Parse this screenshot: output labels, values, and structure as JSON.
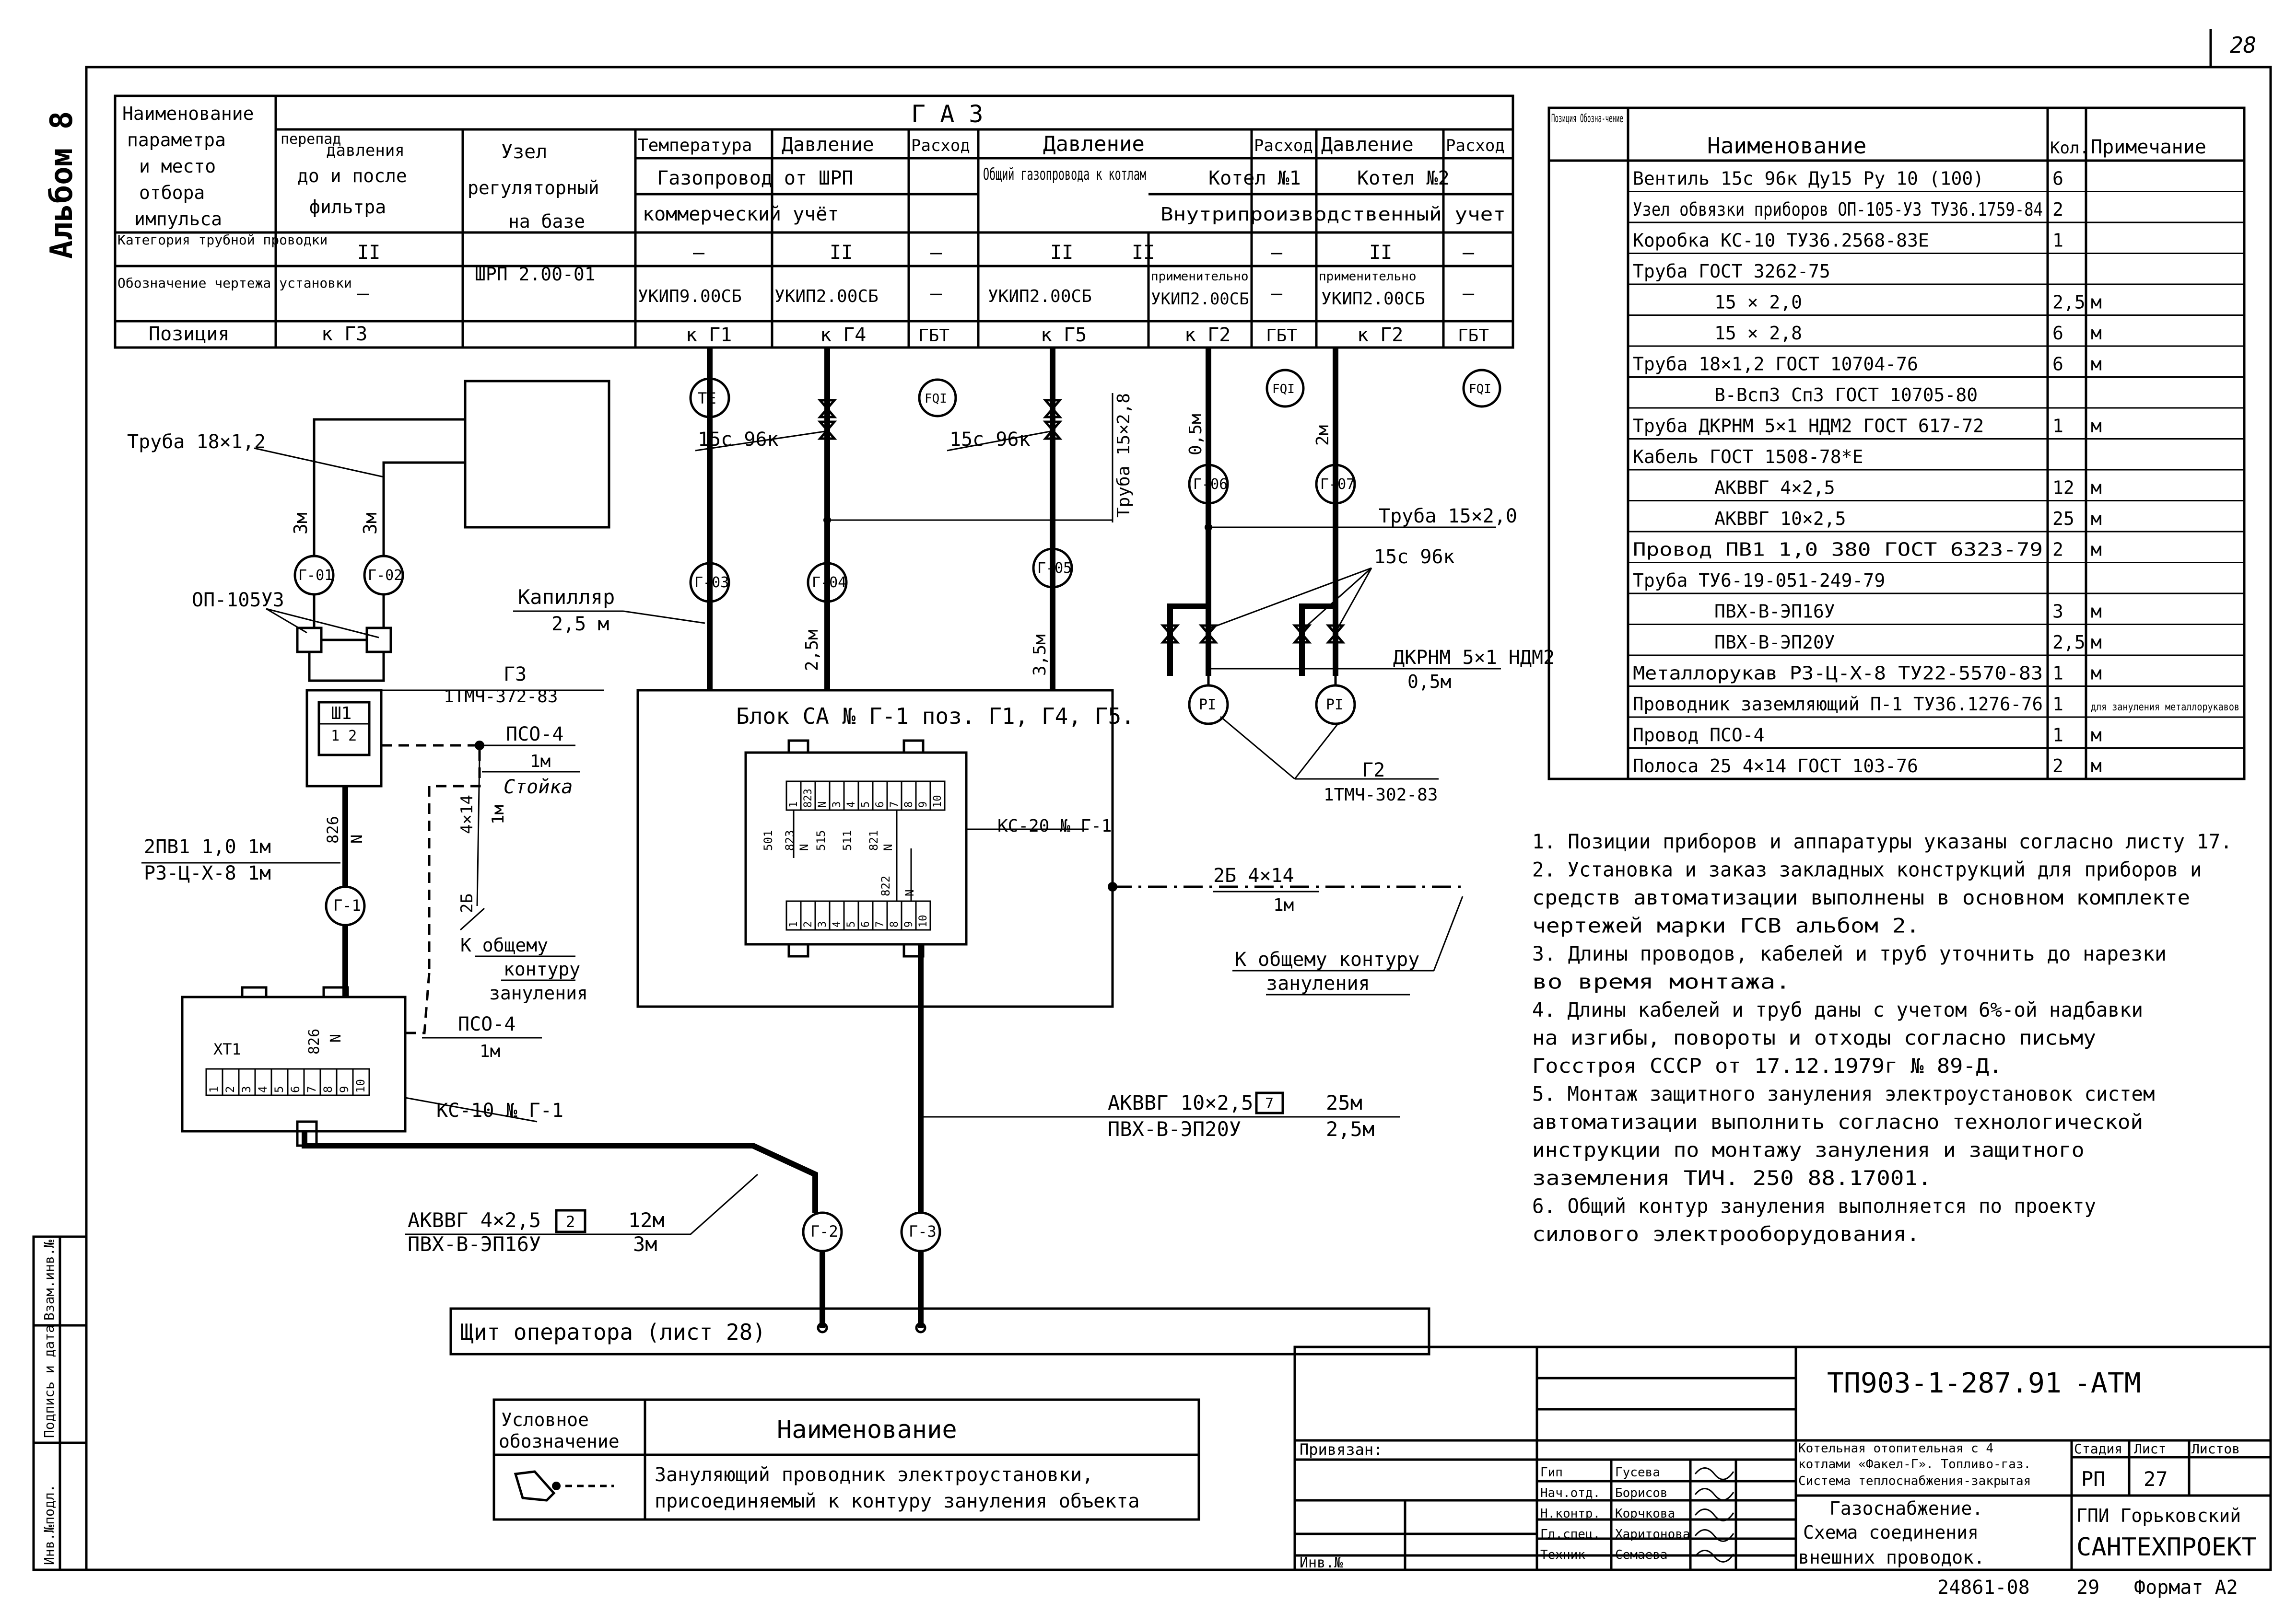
{
  "sheet_corner": "28",
  "album_label": "Альбом 8",
  "left_stamp": [
    "Инв.№подл.",
    "Подпись и дата",
    "Взам.инв.№"
  ],
  "param_table": {
    "header_labels": [
      "Наименование",
      "параметра",
      "и место",
      "отбора",
      "импульса"
    ],
    "gas_label": "Г  А  З",
    "row_category": "Категория трубной проводки",
    "row_designation": "Обозначение чертежа установки",
    "row_position": "Позиция",
    "col1": {
      "a": "перепад",
      "b": "давления",
      "c": "до и после",
      "d": "фильтра",
      "cat": "II",
      "des": "—",
      "pos": "к Г3"
    },
    "col2": {
      "a": "Узел",
      "b": "регуляторный",
      "c": "на базе",
      "d": "ШРП 2.00-01"
    },
    "col3": {
      "h": "Температура",
      "cat": "—",
      "des": "УКИП9.00СБ",
      "pos": "к Г1"
    },
    "col4": {
      "h": "Давление",
      "cat": "II",
      "des": "УКИП2.00СБ",
      "pos": "к Г4"
    },
    "col5": {
      "h": "Расход",
      "cat": "—",
      "des": "—",
      "pos": "ГБТ"
    },
    "col6": {
      "h": "Давление",
      "cat": "II",
      "des": "УКИП2.00СБ",
      "pos": "к Г5"
    },
    "col7": {
      "h": "Расход",
      "cat": "—",
      "des": "—",
      "pos": "ГБТ"
    },
    "col8": {
      "h": "Давление",
      "cat": "II",
      "des": "УКИП2.00СБ",
      "pos": "к Г2",
      "pre": "применительно"
    },
    "col9": {
      "h": "Расход",
      "cat": "—",
      "des": "—",
      "pos": "ГБТ"
    },
    "sub_gas_srp": "Газопровод  от  ШРП",
    "sub_commerce": "коммерческий  учёт",
    "sub_common": "Общий газопровода к котлам",
    "sub_k1": "Котел №1",
    "sub_k2": "Котел №2",
    "sub_internal": "Внутрипроизводственный  учет",
    "col6b": {
      "des": "УКИП2.00СБ",
      "pos": "к Г2",
      "pre": "применительно"
    }
  },
  "spec_table": {
    "headers": [
      "Позиция Обозна-чение",
      "Наименование",
      "Кол.",
      "Примечание"
    ],
    "rows": [
      {
        "name": "Вентиль 15с 96к  Ду15  Ру 10 (100)",
        "qty": "6",
        "note": ""
      },
      {
        "name": "Узел обвязки приборов ОП-105-УЗ ТУ36.1759-84",
        "qty": "2",
        "note": ""
      },
      {
        "name": "Коробка  КС-10   ТУ36.2568-83Е",
        "qty": "1",
        "note": ""
      },
      {
        "name": "Труба   ГОСТ  3262-75",
        "qty": "",
        "note": ""
      },
      {
        "name": "15 × 2,0",
        "qty": "2,5",
        "note": "м"
      },
      {
        "name": "15 × 2,8",
        "qty": "6",
        "note": "м"
      },
      {
        "name": "Труба  18×1,2  ГОСТ 10704-76",
        "qty": "6",
        "note": "м"
      },
      {
        "name": "В-Всп3 Сп3  ГОСТ 10705-80",
        "qty": "",
        "note": ""
      },
      {
        "name": "Труба   ДКРНМ 5×1 НДМ2 ГОСТ 617-72",
        "qty": "1",
        "note": "м"
      },
      {
        "name": "Кабель  ГОСТ 1508-78*Е",
        "qty": "",
        "note": ""
      },
      {
        "name": "АКВВГ  4×2,5",
        "qty": "12",
        "note": "м"
      },
      {
        "name": "АКВВГ  10×2,5",
        "qty": "25",
        "note": "м"
      },
      {
        "name": "Провод  ПВ1  1,0  380  ГОСТ 6323-79",
        "qty": "2",
        "note": "м"
      },
      {
        "name": "Труба  ТУ6-19-051-249-79",
        "qty": "",
        "note": ""
      },
      {
        "name": "ПВХ-В-ЭП16У",
        "qty": "3",
        "note": "м"
      },
      {
        "name": "ПВХ-В-ЭП20У",
        "qty": "2,5",
        "note": "м"
      },
      {
        "name": "Металлорукав  РЗ-Ц-Х-8 ТУ22-5570-83",
        "qty": "1",
        "note": "м"
      },
      {
        "name": "Проводник заземляющий П-1 ТУ36.1276-76",
        "qty": "1",
        "note": "для зануления металлорукавов"
      },
      {
        "name": "Провод  ПСО-4",
        "qty": "1",
        "note": "м"
      },
      {
        "name": "Полоса  25  4×14  ГОСТ 103-76",
        "qty": "2",
        "note": "м"
      }
    ]
  },
  "notes": [
    "1. Позиции приборов и аппаратуры  указаны согласно листу 17.",
    "2. Установка и заказ закладных конструкций для приборов и",
    "    средств автоматизации выполнены в основном комплекте",
    "    чертежей марки ГСВ  альбом 2.",
    "3. Длины проводов, кабелей и труб  уточнить до нарезки",
    "    во время  монтажа.",
    "4. Длины кабелей и труб даны с учетом 6%-ой надбавки",
    "    на изгибы, повороты и отходы согласно письму",
    "    Госстроя СССР от 17.12.1979г № 89-Д.",
    "5. Монтаж защитного зануления электроустановок систем",
    "    автоматизации выполнить согласно технологической",
    "    инструкции по монтажу зануления и защитного",
    "    заземления  ТИЧ. 250 88.17001.",
    "6. Общий контур зануления выполняется по проекту",
    "    силового электрооборудования."
  ],
  "diagram": {
    "pipe_18": "Труба 18×1,2",
    "op105": "ОП-105УЗ",
    "g3": "Г3",
    "tmch372": "1ТМЧ-372-83",
    "sh1": "Ш1",
    "pso4_top": "ПСО-4",
    "m1a": "1м",
    "stoika": "Стойка",
    "pv1": "2ПВ1  1,0   1м",
    "rz": "РЗ-Ц-Х-8   1м",
    "zero_left_1": "К общему",
    "zero_left_2": "контуру",
    "zero_left_3": "зануления",
    "pso4_bot": "ПСО-4",
    "m1b": "1м",
    "xt1": "ХТ1",
    "ks10": "КС-10 № Г-1",
    "akvvg4": "АКВВГ 4×2,5",
    "akvvg4_tag": "2",
    "akvvg4_len": "12м",
    "pvh16": "ПВХ-В-ЭП16У",
    "pvh16_len": "3м",
    "shield": "Щит  оператора (лист 28)",
    "kapillar": "Капилляр",
    "kap_len": "2,5 м",
    "valve_a": "15с 96к",
    "valve_b": "15с 96к",
    "pipe15_28": "Труба 15×2,8",
    "pipe15_20": "Труба 15×2,0",
    "valve_c": "15с 96к",
    "dkrnm": "ДКРНМ 5×1 НДМ2",
    "dkrnm_len": "0,5м",
    "g2": "Г2",
    "tmch302": "1ТМЧ-302-83",
    "block": "Блок СА № Г-1  поз. Г1, Г4, Г5.",
    "ks20": "КС-20 № Г-1",
    "strip": "2Б   4×14",
    "strip_len": "1м",
    "zero_right_1": "К общему контуру",
    "zero_right_2": "зануления",
    "akvvg10": "АКВВГ 10×2,5",
    "akvvg10_tag": "7",
    "akvvg10_len": "25м",
    "pvh20": "ПВХ-В-ЭП20У",
    "pvh20_len": "2,5м",
    "len_3m_a": "3м",
    "len_3m_b": "3м",
    "len_25": "2,5м",
    "len_35": "3,5м",
    "len_05": "0,5м",
    "len_2m": "2м",
    "wire_826a": "826",
    "wire_n": "N",
    "wire_4x14": "4×14",
    "wire_25": "2Б",
    "wire_1m": "1м",
    "instruments": [
      "Г-01",
      "Г-02",
      "Г-03",
      "Г-04",
      "Г-05",
      "Г-06",
      "Г-07",
      "Г-1",
      "Г-2",
      "Г-3"
    ],
    "te": "TE",
    "fqi": "FQI",
    "pi": "PI",
    "term_top": [
      "1",
      "823",
      "N",
      "3",
      "4",
      "5",
      "6",
      "7",
      "8",
      "9",
      "10"
    ],
    "term_bot": [
      "1",
      "2",
      "3",
      "4",
      "5",
      "6",
      "7",
      "8",
      "9",
      "10"
    ],
    "term_xt1": [
      "1",
      "2",
      "3",
      "4",
      "5",
      "6",
      "7",
      "8",
      "9",
      "10"
    ],
    "term_labels": [
      "501",
      "823",
      "N",
      "515",
      "511",
      "821",
      "N",
      "822",
      "N"
    ]
  },
  "legend": {
    "h1": "Условное обозначение",
    "h2": "Наименование",
    "text1": "Зануляющий проводник электроустановки,",
    "text2": "присоединяемый к контуру зануления объекта"
  },
  "title_block": {
    "code": "ТП903-1-287.91",
    "mark": "-АТМ",
    "privyazan": "Привязан:",
    "inv": "Инв.№",
    "roles": [
      "Гип",
      "Нач.отд.",
      "Н.контр.",
      "Гл.спец.",
      "Техник"
    ],
    "names": [
      "Гусева",
      "Борисов",
      "Корчкова",
      "Харитонова",
      "Семаева"
    ],
    "project": "Котельная отопительная с 4 котлами «Факел-Г». Топливо-газ. Система теплоснабжения-закрытая",
    "project_l1": "Котельная отопительная с 4",
    "project_l2": "котлами «Факел-Г». Топливо-газ.",
    "project_l3": "Система теплоснабжения-закрытая",
    "sheet_title_1": "Газоснабжение.",
    "sheet_title_2": "Схема соединения",
    "sheet_title_3": "внешних проводок.",
    "stage_h": "Стадия",
    "sheet_h": "Лист",
    "sheets_h": "Листов",
    "stage": "РП",
    "sheet": "27",
    "org1": "ГПИ Горьковский",
    "org2": "САНТЕХПРОЕКТ",
    "bottom_num": "24861-08",
    "bottom_page": "29",
    "format": "Формат А2"
  }
}
